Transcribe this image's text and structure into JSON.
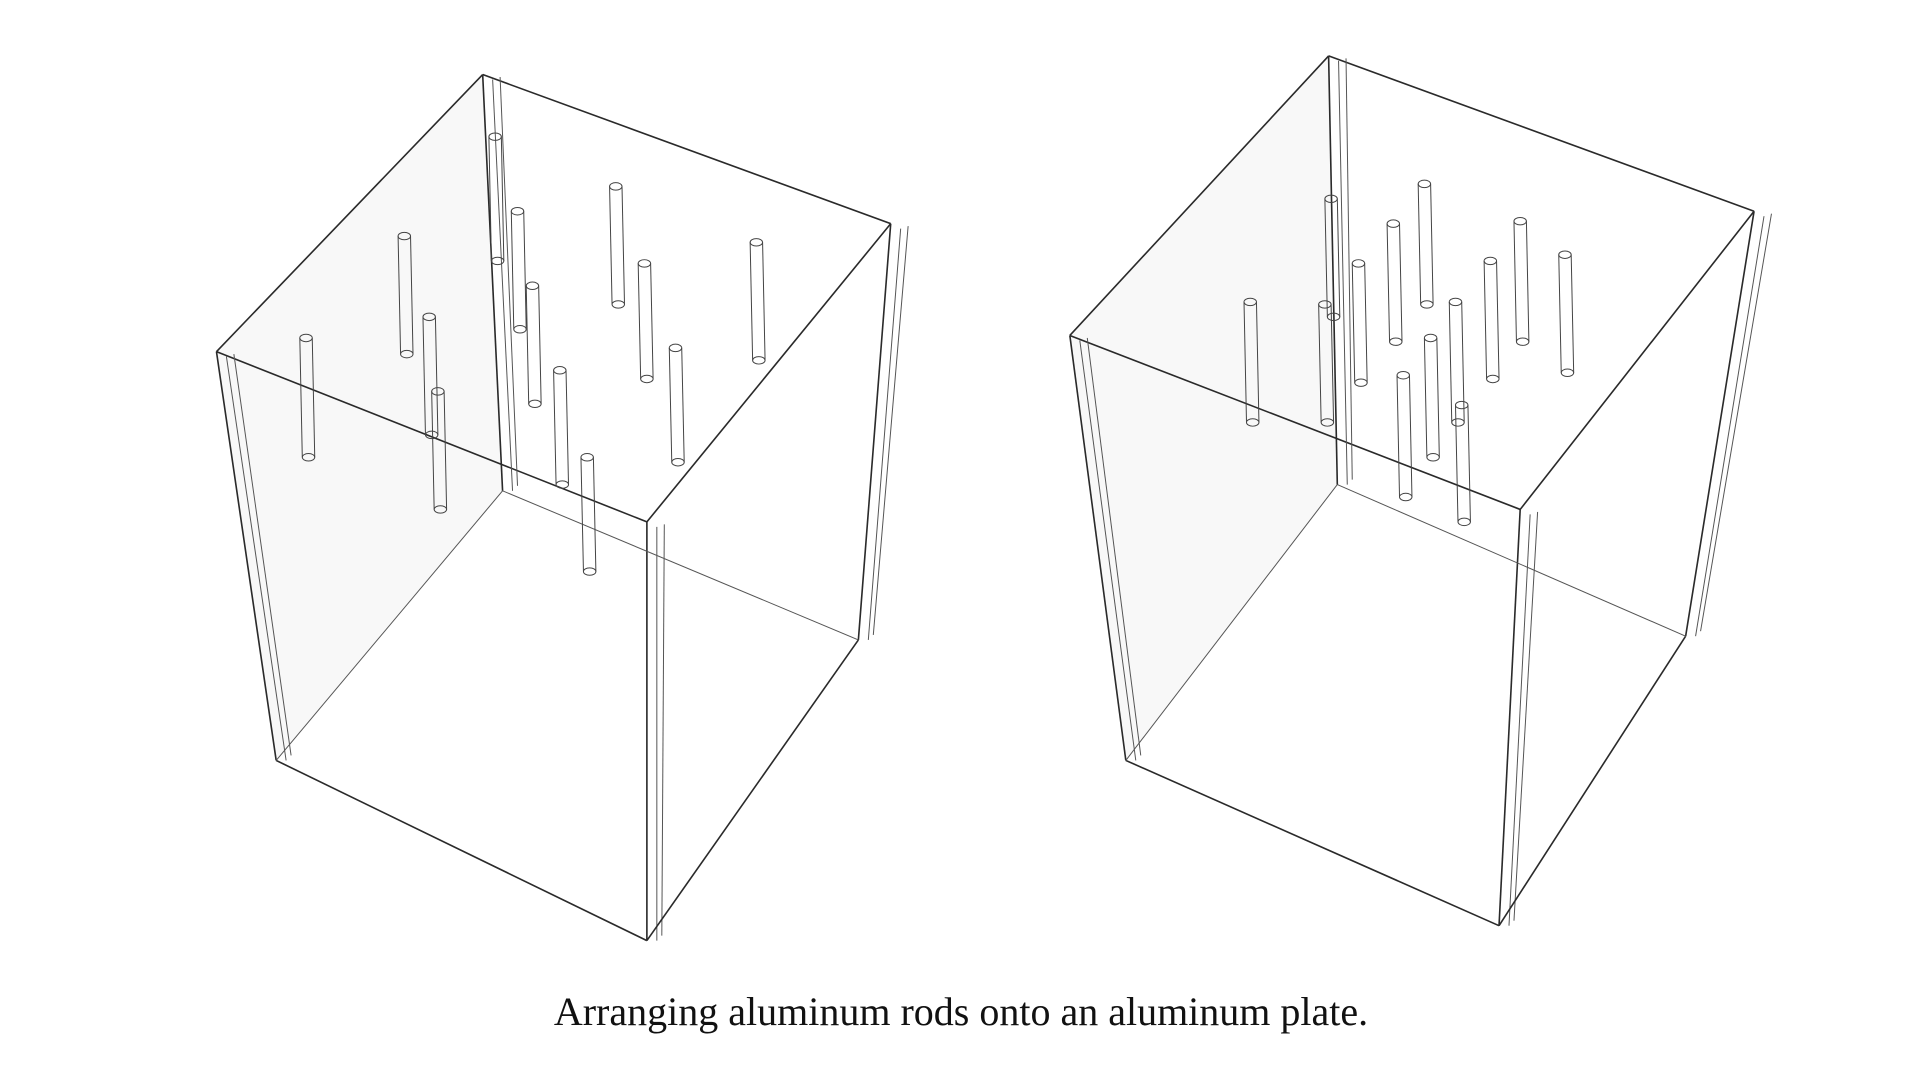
{
  "figure": {
    "caption": "Arranging aluminum rods onto an aluminum plate.",
    "panels": [
      {
        "name": "box-left",
        "rod_count": 13
      },
      {
        "name": "box-right",
        "rod_count": 13
      }
    ]
  }
}
